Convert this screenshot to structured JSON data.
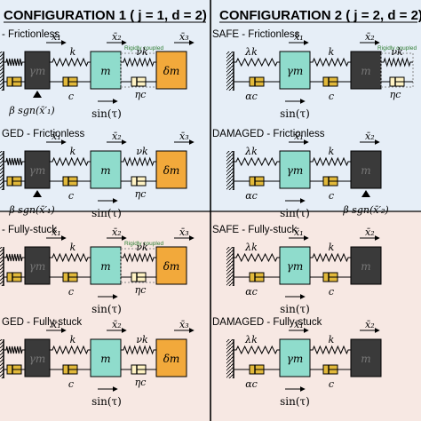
{
  "headers": {
    "config1": "CONFIGURATION 1 ( j = 1, d = 2)",
    "config2": "CONFIGURATION 2 ( j = 2, d = 2)"
  },
  "colors": {
    "panel_blue": "#e6eef7",
    "panel_pink": "#f7e8e3",
    "mass_cyan": "#8fdccc",
    "mass_orange": "#f2a93b",
    "mass_dark": "#3a3a3a",
    "damper_yellow": "#e2b93a",
    "rigid_green": "#2e7d32"
  },
  "panels": [
    {
      "id": "c1-frictionless-safe",
      "label": "- Frictionless"
    },
    {
      "id": "c1-frictionless-damaged",
      "label": "GED - Frictionless"
    },
    {
      "id": "c1-stuck-safe",
      "label": "- Fully-stuck"
    },
    {
      "id": "c1-stuck-damaged",
      "label": "GED - Fully-stuck"
    },
    {
      "id": "c2-frictionless-safe",
      "label": "SAFE - Frictionless"
    },
    {
      "id": "c2-frictionless-damaged",
      "label": "DAMAGED - Frictionless"
    },
    {
      "id": "c2-stuck-safe",
      "label": "SAFE - Fully-stuck"
    },
    {
      "id": "c2-stuck-damaged",
      "label": "DAMAGED - Fully-stuck"
    }
  ],
  "symbols": {
    "k": "k",
    "c": "c",
    "lk": "λk",
    "ac": "αc",
    "vk": "νk",
    "nc": "ηc",
    "gm": "γm",
    "m": "m",
    "dm": "δm",
    "x1": "x̄₁",
    "x2": "x̄₂",
    "x3": "x̄₃",
    "friction_1": "β sgn(x̄′₁)",
    "friction_2": "β sgn(x̄′₂)",
    "forcing": "sin(τ)",
    "rigid": "Rigidly coupled"
  }
}
